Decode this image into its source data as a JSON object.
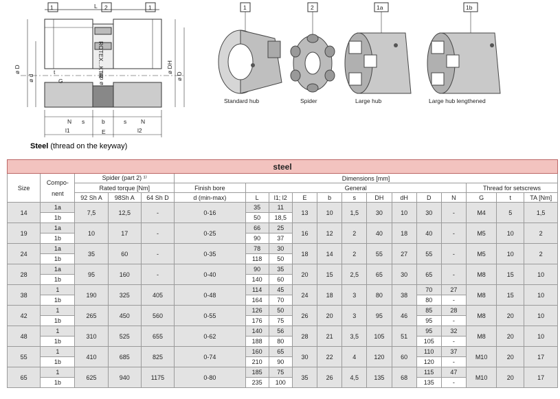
{
  "drawing": {
    "callouts": [
      "1",
      "2",
      "1"
    ],
    "caption_bold": "Steel",
    "caption_rest": " (thread on the keyway)",
    "dims": {
      "L": "L",
      "D": "ø D",
      "d": "ø d",
      "dh": "ø dH",
      "DH": "ø DH",
      "t": "t",
      "G": "G",
      "N": "N",
      "s": "s",
      "b": "b",
      "E": "E",
      "l1": "l1",
      "l2": "l2"
    },
    "spider_text": "ROTEX...KTR"
  },
  "parts": [
    {
      "num": "1",
      "label": "Standard hub"
    },
    {
      "num": "2",
      "label": "Spider"
    },
    {
      "num": "1a",
      "label": "Large hub"
    },
    {
      "num": "1b",
      "label": "Large hub lengthened"
    }
  ],
  "table": {
    "title": "steel",
    "headers": {
      "size": "Size",
      "component": "Compo-nent",
      "spider": "Spider (part 2) ¹⁾",
      "rated_torque": "Rated torque [Nm]",
      "shore": [
        "92 Sh A",
        "98Sh A",
        "64 Sh D"
      ],
      "dimensions": "Dimensions [mm]",
      "finish_bore": "Finish bore",
      "d_minmax": "d (min-max)",
      "general": "General",
      "thread": "Thread for setscrews",
      "cols": [
        "L",
        "l1; l2",
        "E",
        "b",
        "s",
        "DH",
        "dH",
        "D",
        "N",
        "G",
        "t",
        "TA [Nm]"
      ]
    },
    "rows": [
      {
        "size": "14",
        "comp": [
          "1a",
          "1b"
        ],
        "t92": "7,5",
        "t98": "12,5",
        "t64": "-",
        "bore": "0-16",
        "L": [
          "35",
          "50"
        ],
        "l": [
          "11",
          "18,5"
        ],
        "E": "13",
        "b": "10",
        "s": "1,5",
        "DH": "30",
        "dH": "10",
        "D": [
          "30"
        ],
        "N": [
          "-"
        ],
        "G": "M4",
        "t": "5",
        "TA": "1,5"
      },
      {
        "size": "19",
        "comp": [
          "1a",
          "1b"
        ],
        "t92": "10",
        "t98": "17",
        "t64": "-",
        "bore": "0-25",
        "L": [
          "66",
          "90"
        ],
        "l": [
          "25",
          "37"
        ],
        "E": "16",
        "b": "12",
        "s": "2",
        "DH": "40",
        "dH": "18",
        "D": [
          "40"
        ],
        "N": [
          "-"
        ],
        "G": "M5",
        "t": "10",
        "TA": "2"
      },
      {
        "size": "24",
        "comp": [
          "1a",
          "1b"
        ],
        "t92": "35",
        "t98": "60",
        "t64": "-",
        "bore": "0-35",
        "L": [
          "78",
          "118"
        ],
        "l": [
          "30",
          "50"
        ],
        "E": "18",
        "b": "14",
        "s": "2",
        "DH": "55",
        "dH": "27",
        "D": [
          "55"
        ],
        "N": [
          "-"
        ],
        "G": "M5",
        "t": "10",
        "TA": "2"
      },
      {
        "size": "28",
        "comp": [
          "1a",
          "1b"
        ],
        "t92": "95",
        "t98": "160",
        "t64": "-",
        "bore": "0-40",
        "L": [
          "90",
          "140"
        ],
        "l": [
          "35",
          "60"
        ],
        "E": "20",
        "b": "15",
        "s": "2,5",
        "DH": "65",
        "dH": "30",
        "D": [
          "65"
        ],
        "N": [
          "-"
        ],
        "G": "M8",
        "t": "15",
        "TA": "10"
      },
      {
        "size": "38",
        "comp": [
          "1",
          "1b"
        ],
        "t92": "190",
        "t98": "325",
        "t64": "405",
        "bore": "0-48",
        "L": [
          "114",
          "164"
        ],
        "l": [
          "45",
          "70"
        ],
        "E": "24",
        "b": "18",
        "s": "3",
        "DH": "80",
        "dH": "38",
        "D": [
          "70",
          "80"
        ],
        "N": [
          "27",
          "-"
        ],
        "G": "M8",
        "t": "15",
        "TA": "10"
      },
      {
        "size": "42",
        "comp": [
          "1",
          "1b"
        ],
        "t92": "265",
        "t98": "450",
        "t64": "560",
        "bore": "0-55",
        "L": [
          "126",
          "176"
        ],
        "l": [
          "50",
          "75"
        ],
        "E": "26",
        "b": "20",
        "s": "3",
        "DH": "95",
        "dH": "46",
        "D": [
          "85",
          "95"
        ],
        "N": [
          "28",
          "-"
        ],
        "G": "M8",
        "t": "20",
        "TA": "10"
      },
      {
        "size": "48",
        "comp": [
          "1",
          "1b"
        ],
        "t92": "310",
        "t98": "525",
        "t64": "655",
        "bore": "0-62",
        "L": [
          "140",
          "188"
        ],
        "l": [
          "56",
          "80"
        ],
        "E": "28",
        "b": "21",
        "s": "3,5",
        "DH": "105",
        "dH": "51",
        "D": [
          "95",
          "105"
        ],
        "N": [
          "32",
          "-"
        ],
        "G": "M8",
        "t": "20",
        "TA": "10"
      },
      {
        "size": "55",
        "comp": [
          "1",
          "1b"
        ],
        "t92": "410",
        "t98": "685",
        "t64": "825",
        "bore": "0-74",
        "L": [
          "160",
          "210"
        ],
        "l": [
          "65",
          "90"
        ],
        "E": "30",
        "b": "22",
        "s": "4",
        "DH": "120",
        "dH": "60",
        "D": [
          "110",
          "120"
        ],
        "N": [
          "37",
          "-"
        ],
        "G": "M10",
        "t": "20",
        "TA": "17"
      },
      {
        "size": "65",
        "comp": [
          "1",
          "1b"
        ],
        "t92": "625",
        "t98": "940",
        "t64": "1175",
        "bore": "0-80",
        "L": [
          "185",
          "235"
        ],
        "l": [
          "75",
          "100"
        ],
        "E": "35",
        "b": "26",
        "s": "4,5",
        "DH": "135",
        "dH": "68",
        "D": [
          "115",
          "135"
        ],
        "N": [
          "47",
          "-"
        ],
        "G": "M10",
        "t": "20",
        "TA": "17"
      }
    ]
  }
}
